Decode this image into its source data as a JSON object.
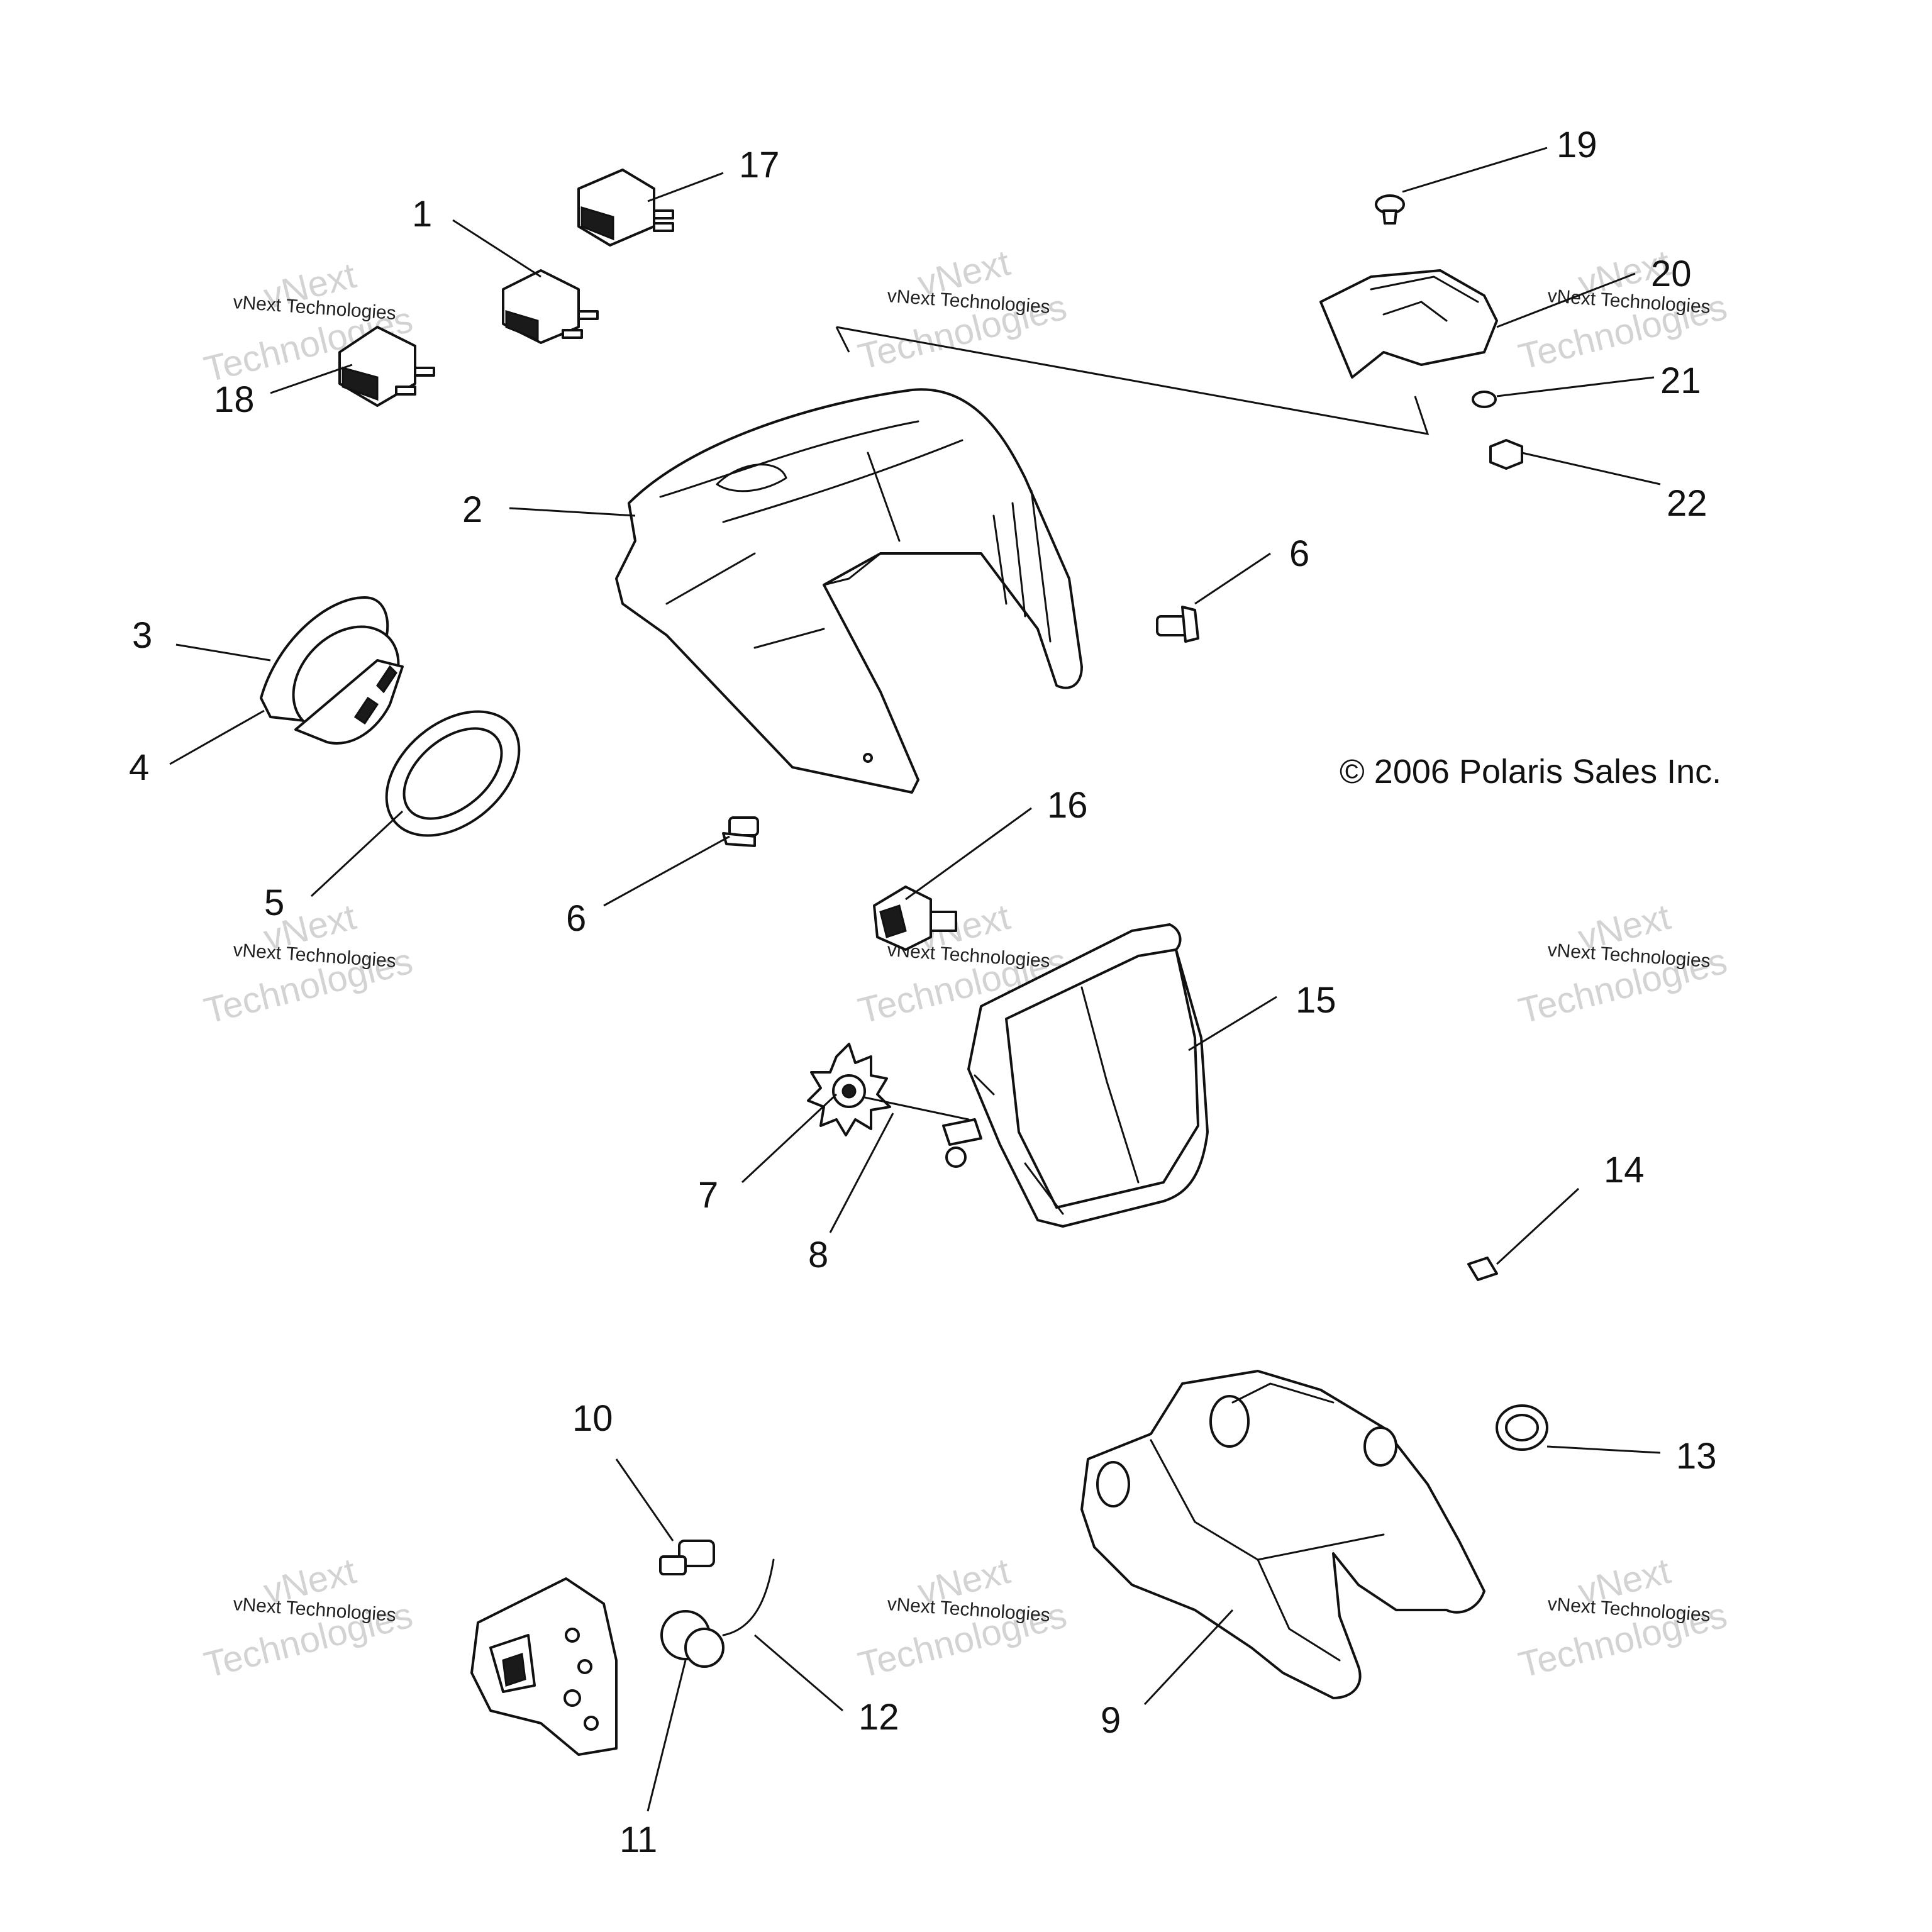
{
  "copyright": "© 2006 Polaris Sales Inc.",
  "watermark": {
    "line1": "vNext",
    "line2": "Technologies",
    "caption": "vNext Technologies"
  },
  "callouts": [
    "1",
    "2",
    "3",
    "4",
    "5",
    "6",
    "6",
    "7",
    "8",
    "9",
    "10",
    "11",
    "12",
    "13",
    "14",
    "15",
    "16",
    "17",
    "18",
    "19",
    "20",
    "21",
    "22"
  ]
}
